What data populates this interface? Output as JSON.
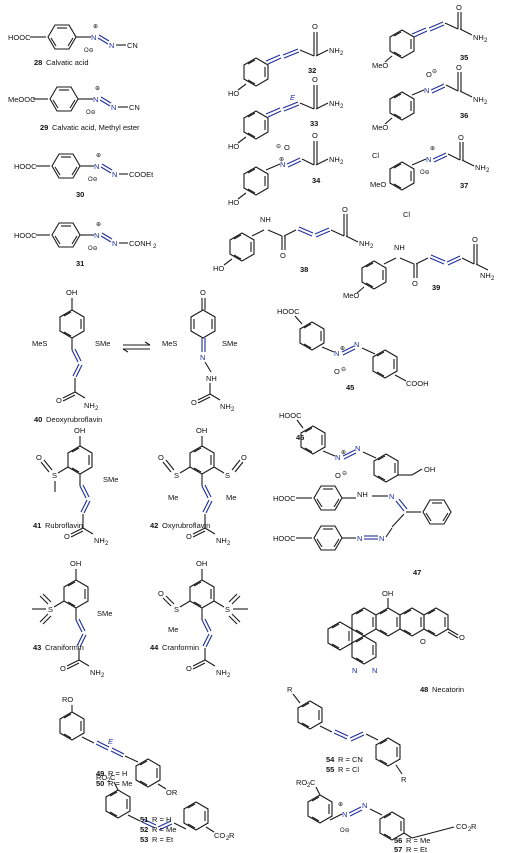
{
  "compounds": {
    "c28": {
      "num": "28",
      "name": "Calvatic acid",
      "sub": "HOOC",
      "tail": "CN"
    },
    "c29": {
      "num": "29",
      "name": "Calvatic acid, Methyl ester",
      "sub": "MeOOC",
      "tail": "CN"
    },
    "c30": {
      "num": "30",
      "name": "",
      "sub": "HOOC",
      "tail": "COOEt"
    },
    "c31": {
      "num": "31",
      "name": "",
      "sub": "HOOC",
      "tail": "CONH"
    },
    "c32": {
      "num": "32",
      "sub": "HO"
    },
    "c33": {
      "num": "33",
      "sub": "HO",
      "iso": "E"
    },
    "c34": {
      "num": "34",
      "sub": "HO"
    },
    "c35": {
      "num": "35",
      "sub": "MeO"
    },
    "c36": {
      "num": "36",
      "sub": "MeO"
    },
    "c37": {
      "num": "37",
      "sub": "MeO",
      "cl": "Cl"
    },
    "c38": {
      "num": "38",
      "sub": "HO"
    },
    "c39": {
      "num": "39",
      "sub": "MeO"
    },
    "c40": {
      "num": "40",
      "name": "Deoxyrubroflavin"
    },
    "c41": {
      "num": "41",
      "name": "Rubroflavin"
    },
    "c42": {
      "num": "42",
      "name": "Oxyrubroflavin"
    },
    "c43": {
      "num": "43",
      "name": "Craniformin"
    },
    "c44": {
      "num": "44",
      "name": "Cranformin"
    },
    "c45": {
      "num": "45",
      "sub": "HOOC",
      "tail": "COOH"
    },
    "c46": {
      "num": "46",
      "sub": "HOOC",
      "tail": "OH"
    },
    "c47": {
      "num": "47",
      "sub": "HOOC"
    },
    "c48": {
      "num": "48",
      "name": "Necatorin"
    },
    "c4950": {
      "nums": [
        "49",
        "50"
      ],
      "rows": [
        "R = H",
        "R = Me"
      ],
      "sub": "RO",
      "sub2": "OR",
      "iso": "E"
    },
    "c5455": {
      "nums": [
        "54",
        "55"
      ],
      "rows": [
        "R = CN",
        "R = Cl"
      ],
      "sub": "R"
    },
    "c5153": {
      "nums": [
        "51",
        "52",
        "53"
      ],
      "rows": [
        "R = H",
        "R = Me",
        "R = Et"
      ],
      "sub": "RO",
      "sub2": "CO",
      "sub2b": "R"
    },
    "c5657": {
      "nums": [
        "56",
        "57"
      ],
      "rows": [
        "R = Me",
        "R = Et"
      ],
      "sub": "RO",
      "sub2": "CO",
      "sub2b": "R"
    }
  },
  "atoms": {
    "N": "N",
    "O": "O",
    "H": "H",
    "Cl": "Cl",
    "S": "S",
    "SMe": "SMe",
    "MeS": "MeS",
    "Me": "Me",
    "NH2": "NH",
    "two": "2",
    "OH": "OH",
    "plus": "⊕",
    "minus": "⊖",
    "Ominus": "O⊖",
    "NH": "NH",
    "O2C": "O",
    "C": "C"
  }
}
